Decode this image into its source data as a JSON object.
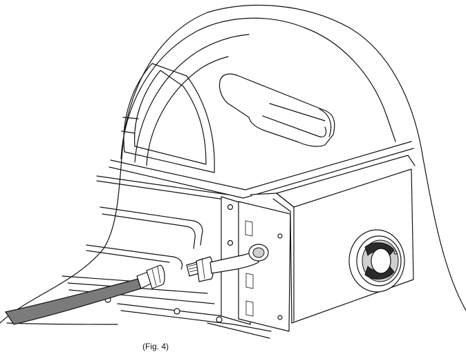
{
  "figure": {
    "caption": "(Fig. 4)"
  },
  "icons": [
    "gas-hose",
    "hose-fitting",
    "control-knob",
    "grill-lid-handle"
  ]
}
